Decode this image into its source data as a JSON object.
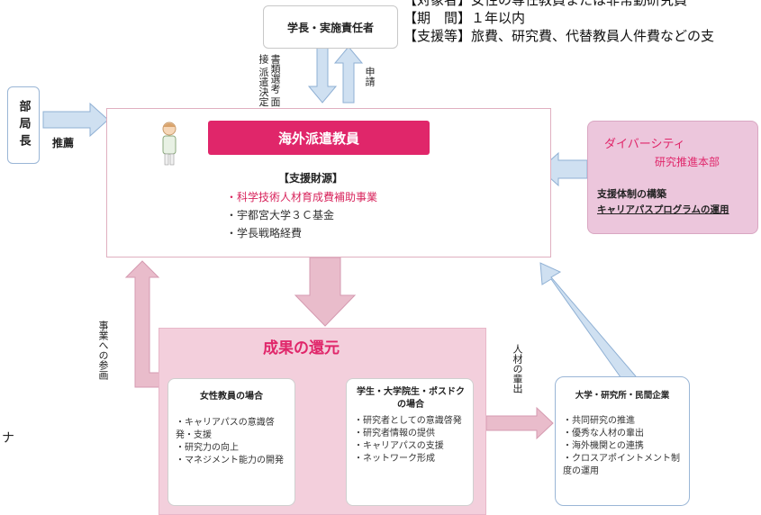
{
  "top_info": {
    "target": "【対象者】女性の専任教員または非常勤研究員",
    "period": "【期　間】１年以内",
    "support": "【支援等】旅費、研究費、代替教員人件費などの支"
  },
  "president_box": {
    "label": "学長・実施責任者"
  },
  "president_arrows": {
    "left_label": "書類選考 面接 派遣決定",
    "right_label": "申請"
  },
  "dean": {
    "label": "部局長",
    "arrow_label": "推薦"
  },
  "main": {
    "header": "海外派遣教員",
    "funds_title": "【支援財源】",
    "funds": [
      "・科学技術人材育成費補助事業",
      "・宇都宮大学３Ｃ基金",
      "・学長戦略経費"
    ],
    "fund_colors": [
      "#d8245c",
      "#333333",
      "#333333"
    ]
  },
  "diversity": {
    "title": "ダイバーシティ",
    "subtitle": "研究推進本部",
    "line1": "支援体制の構築",
    "line2": "キャリアパスプログラムの運用"
  },
  "results": {
    "title": "成果の還元"
  },
  "participation_label": "事業への参画",
  "talent_label": "人材の輩出",
  "women_box": {
    "title": "女性教員の場合",
    "items": [
      "・キャリアパスの意識啓発・支援",
      "・研究力の向上",
      "・マネジメント能力の開発"
    ]
  },
  "student_box": {
    "title": "学生・大学院生・ポスドクの場合",
    "items": [
      "・研究者としての意識啓発",
      "・研究者情報の提供",
      "・キャリアパスの支援",
      "・ネットワーク形成"
    ]
  },
  "univ_box": {
    "title": "大学・研究所・民間企業",
    "items": [
      "・共同研究の推進",
      "・優秀な人材の輩出",
      "・海外機関との連携",
      "・クロスアポイントメント制度の運用"
    ]
  },
  "edge_char": "ナ",
  "colors": {
    "accent_pink": "#e0266a",
    "light_pink": "#f3cfdc",
    "arrow_pink": "#e9bccb",
    "arrow_blue": "#cfe0f1",
    "diversity_bg": "#ecc6dc",
    "diversity_title": "#e0266a"
  }
}
